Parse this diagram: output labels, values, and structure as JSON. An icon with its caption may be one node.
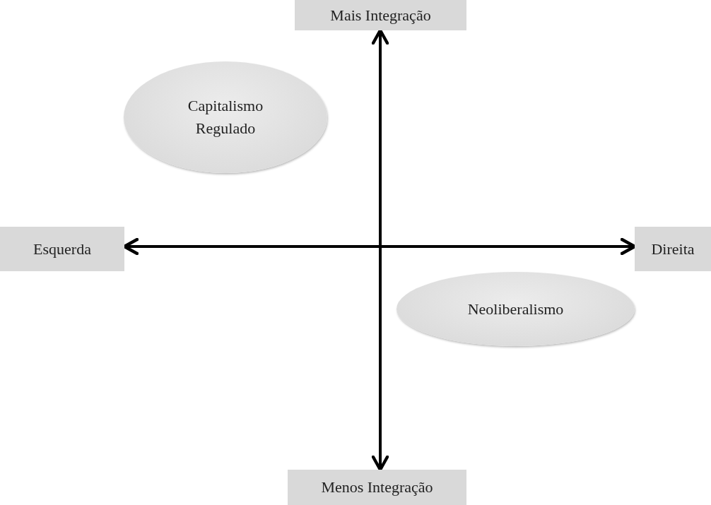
{
  "diagram": {
    "nodes": [
      {
        "text": [
          "Mais Integração"
        ]
      },
      {
        "text": [
          "Capitalismo Regulado"
        ]
      },
      {
        "text": [
          "Esquerda"
        ]
      },
      {
        "text": [
          "Direita"
        ]
      },
      {
        "text": [
          "Neoliberalismo"
        ]
      },
      {
        "text": [
          "Menos Integração"
        ]
      }
    ],
    "edges": [
      {
        "from": 0,
        "to": 5,
        "arrow": "both"
      },
      {
        "from": 2,
        "to": 3,
        "arrow": "both"
      }
    ]
  }
}
